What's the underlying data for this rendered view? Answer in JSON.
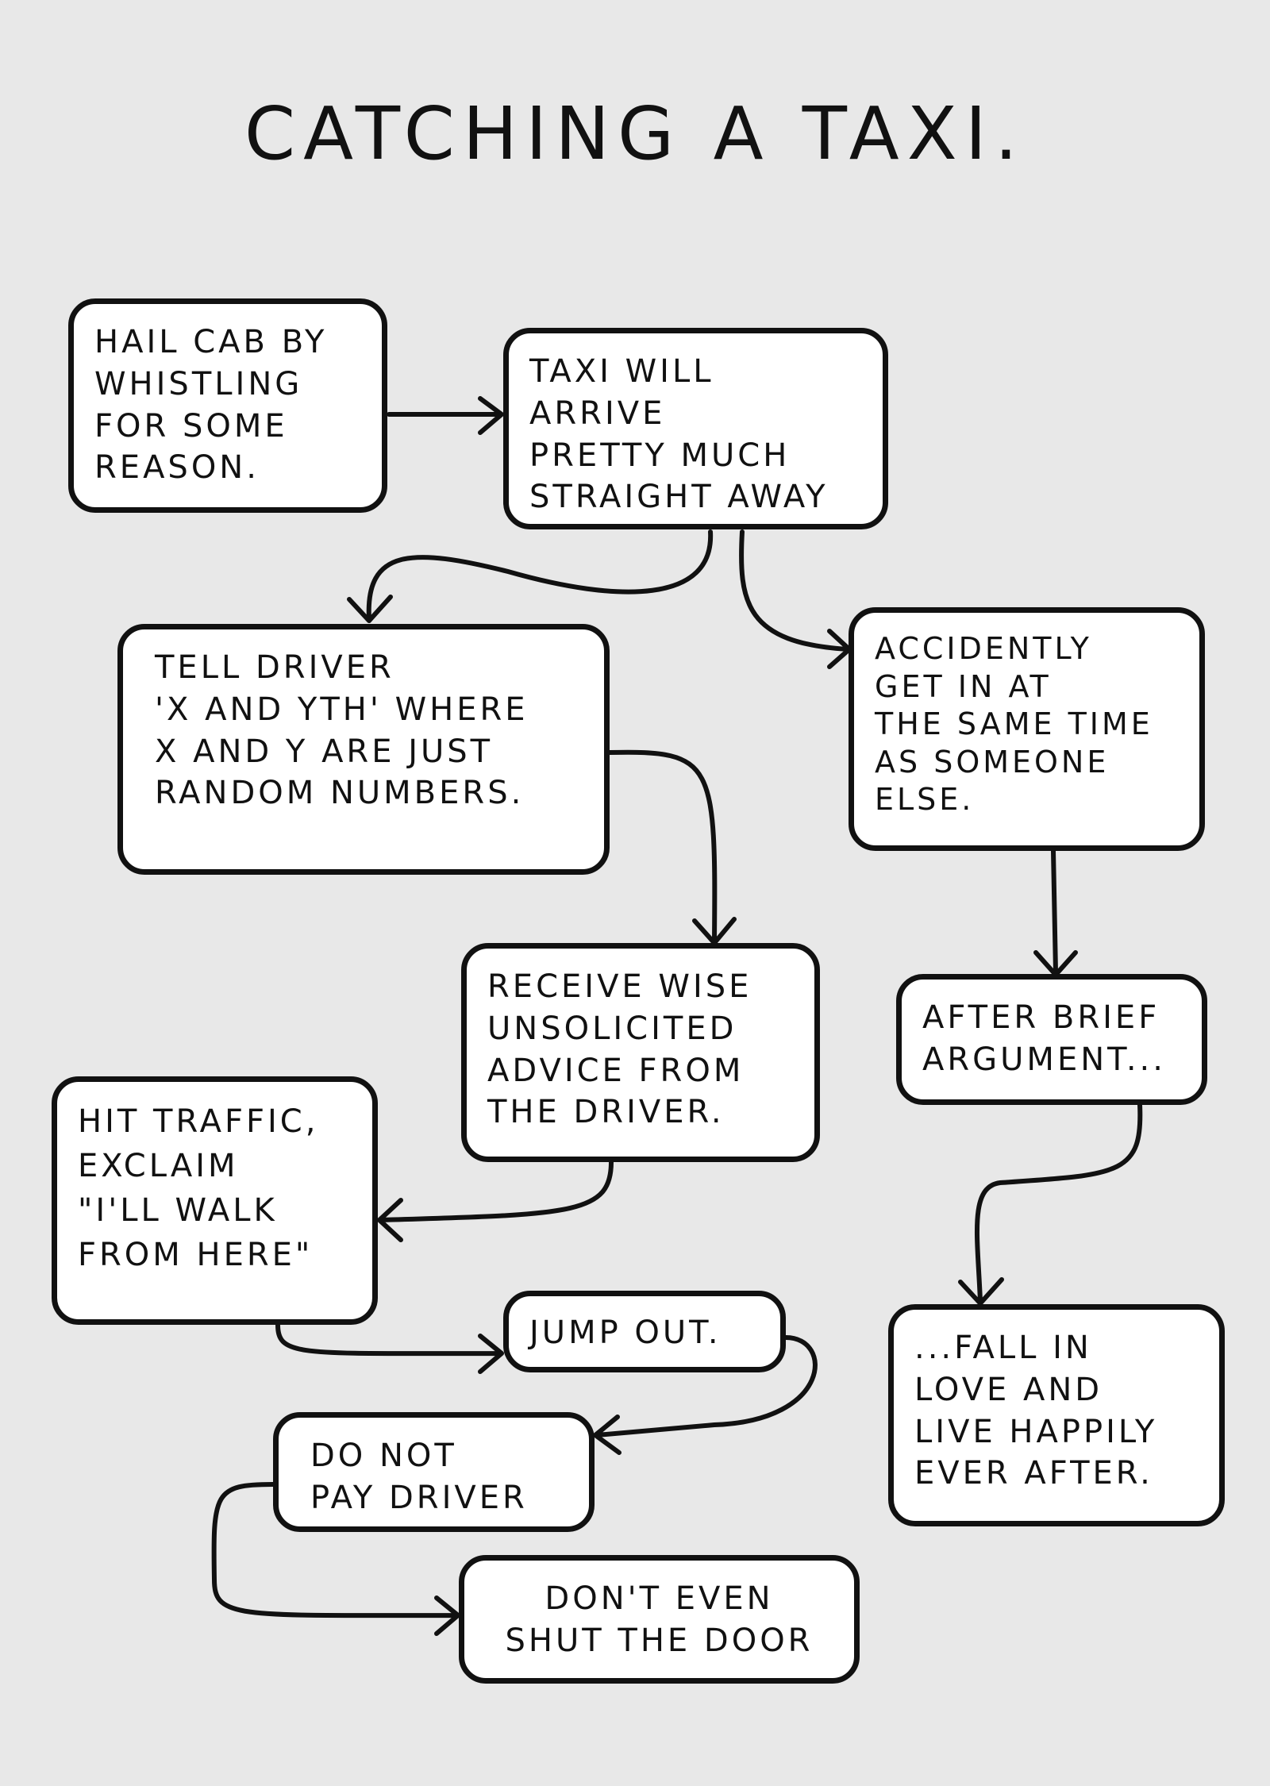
{
  "title": "Catching a taxi.",
  "steps": {
    "hail": "Hail cab by\nwhistling\nfor some\nreason.",
    "arrive": "Taxi will\narrive\npretty much\nstraight away",
    "tell": "Tell driver\n'x and yth' where\nx and y are just\nrandom numbers.",
    "accident": "Accidently\nget in at\nthe same time\nas someone\nelse.",
    "advice": "Receive wise\nunsolicited\nadvice from\nthe driver.",
    "argument": "After brief\nargument...",
    "traffic": "Hit traffic,\nexclaim\n\"I'll walk\nfrom here\"",
    "jump": "Jump out.",
    "love": "...fall in\nlove and\nlive happily\never after.",
    "nopay": "Do not\npay driver",
    "door": "Don't even\nshut the door"
  }
}
